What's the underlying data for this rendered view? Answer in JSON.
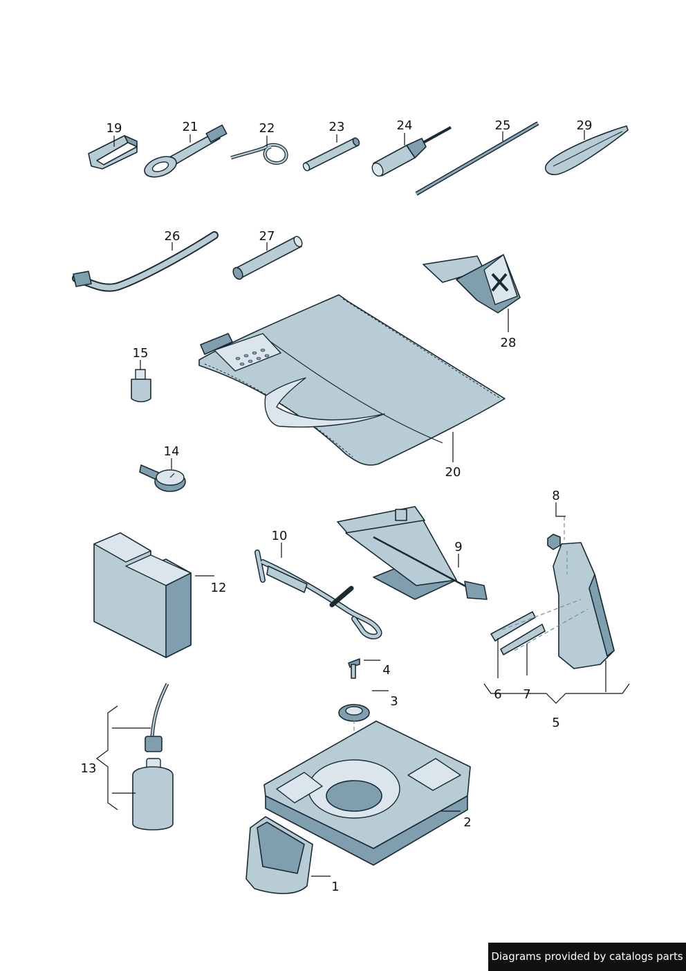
{
  "callouts": {
    "c1": "1",
    "c2": "2",
    "c3": "3",
    "c4": "4",
    "c5": "5",
    "c6": "6",
    "c7": "7",
    "c8": "8",
    "c9": "9",
    "c10": "10",
    "c12": "12",
    "c13": "13",
    "c14": "14",
    "c15": "15",
    "c19": "19",
    "c20": "20",
    "c21": "21",
    "c22": "22",
    "c23": "23",
    "c24": "24",
    "c25": "25",
    "c26": "26",
    "c27": "27",
    "c28": "28",
    "c29": "29"
  },
  "footer": {
    "credit": "Diagrams provided by catalogs parts"
  },
  "colors": {
    "part_fill": "#b8ccd6",
    "part_dark": "#7f9eae",
    "outline": "#1a2a33",
    "credit_bg": "#111111"
  }
}
